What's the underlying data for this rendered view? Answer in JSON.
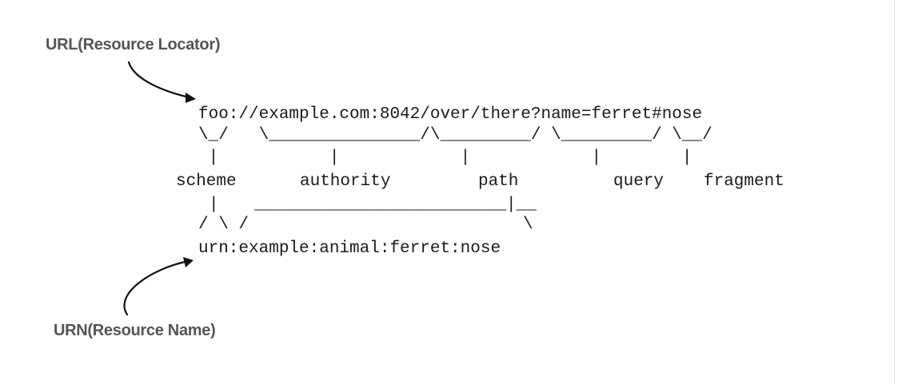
{
  "labels": {
    "url": "URL(Resource Locator)",
    "urn": "URN(Resource Name)"
  },
  "uri_text": {
    "url": "foo://example.com:8042/over/there?name=ferret#nose",
    "url_marks": "\\_/   \\_______________/\\_________/ \\_________/ \\__/",
    "url_pipes": " |           |            |            |        |",
    "urn_pipe": "|",
    "urn_connector": "_________________________|__",
    "urn_marks": "/ \\ /",
    "urn_backslash": "\\",
    "urn": "urn:example:animal:ferret:nose"
  },
  "components": {
    "scheme": "scheme",
    "authority": "authority",
    "path": "path",
    "query": "query",
    "fragment": "fragment"
  },
  "colors": {
    "label": "#555555",
    "text": "#1a1a1a"
  }
}
